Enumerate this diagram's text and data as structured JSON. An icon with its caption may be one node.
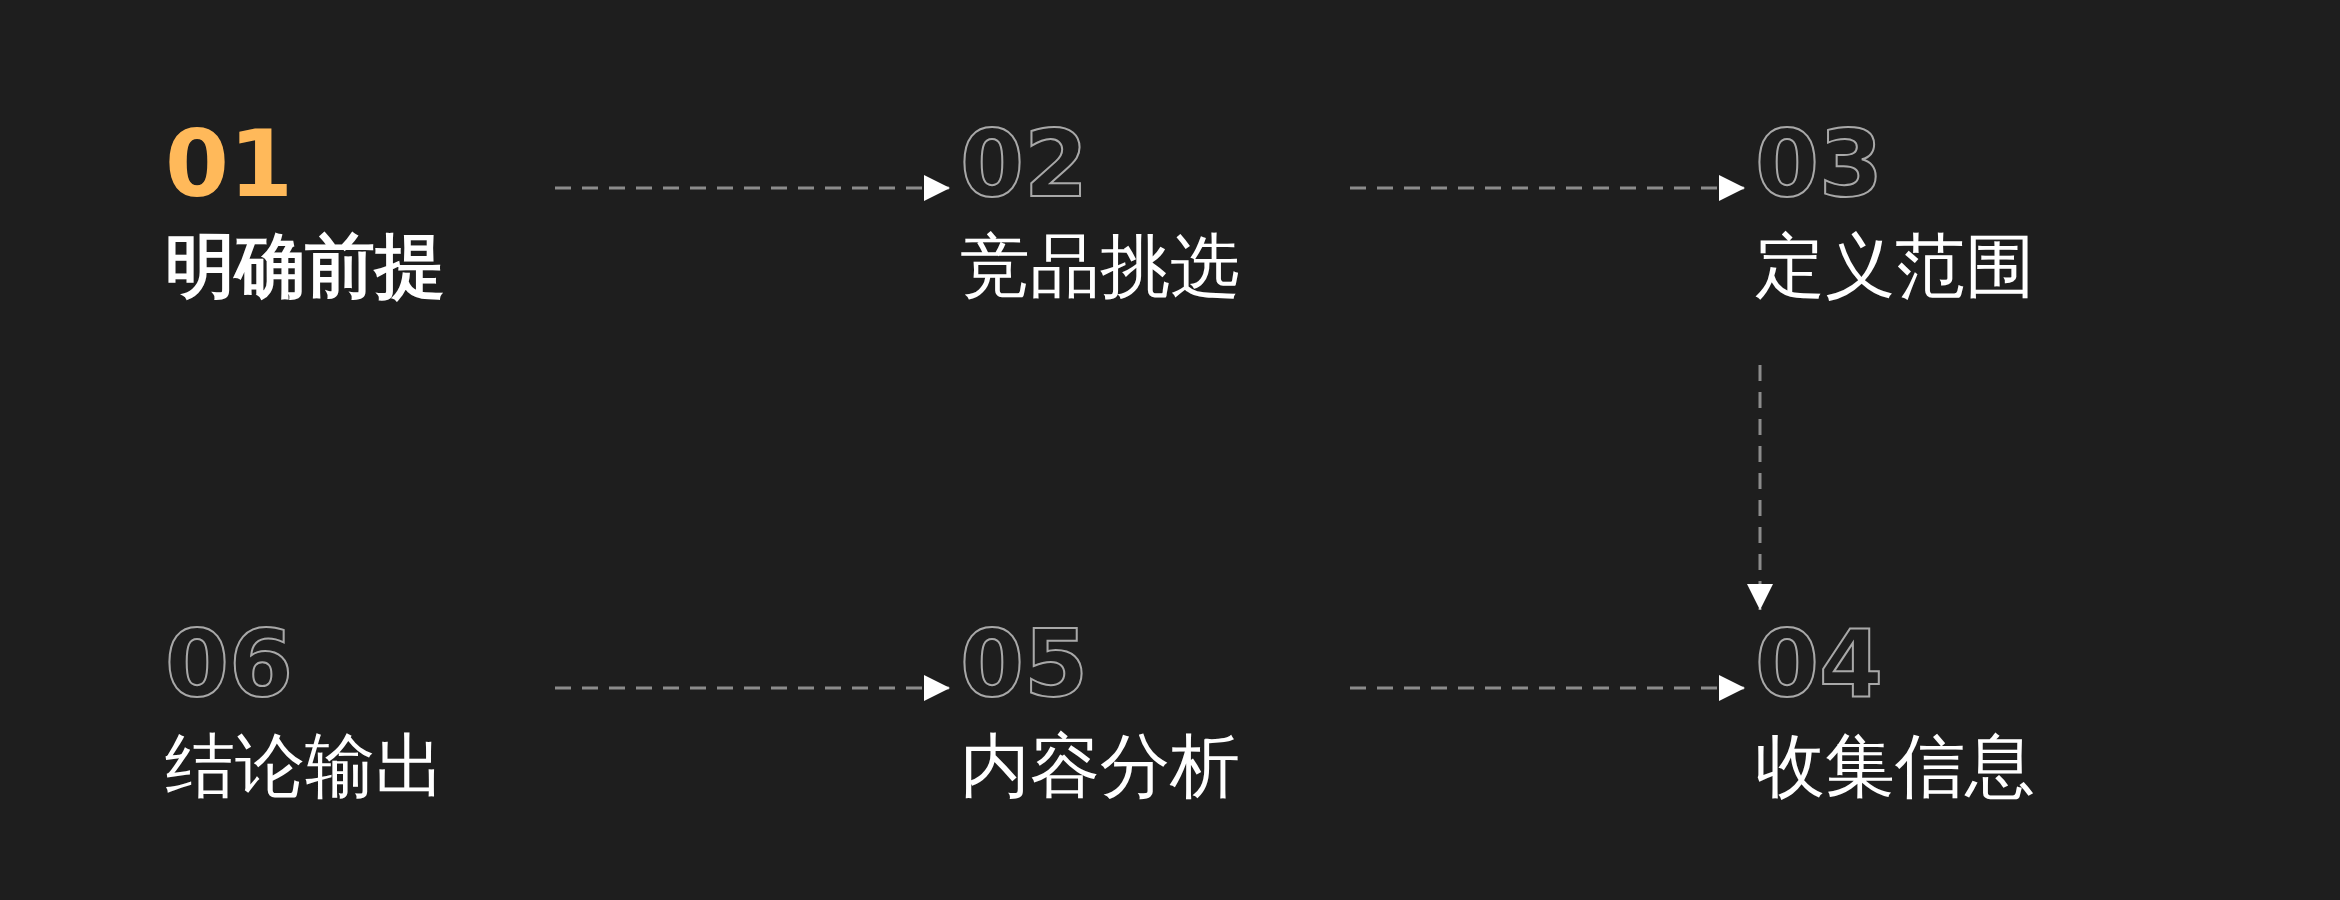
{
  "diagram": {
    "nodes": [
      {
        "text": [
          "01",
          "明确前提"
        ]
      },
      {
        "text": [
          "02",
          "竞品挑选"
        ]
      },
      {
        "text": [
          "03",
          "定义范围"
        ]
      },
      {
        "text": [
          "04",
          "收集信息"
        ]
      },
      {
        "text": [
          "05",
          "内容分析"
        ]
      },
      {
        "text": [
          "06",
          "结论输出"
        ]
      }
    ],
    "edges": [
      {
        "from": 0,
        "to": 1,
        "arrow": "to",
        "style": "dashed"
      },
      {
        "from": 1,
        "to": 2,
        "arrow": "to",
        "style": "dashed"
      },
      {
        "from": 2,
        "to": 3,
        "arrow": "to",
        "style": "dashed"
      },
      {
        "from": 5,
        "to": 4,
        "arrow": "to",
        "style": "dashed"
      },
      {
        "from": 4,
        "to": 3,
        "arrow": "to",
        "style": "dashed"
      }
    ]
  }
}
